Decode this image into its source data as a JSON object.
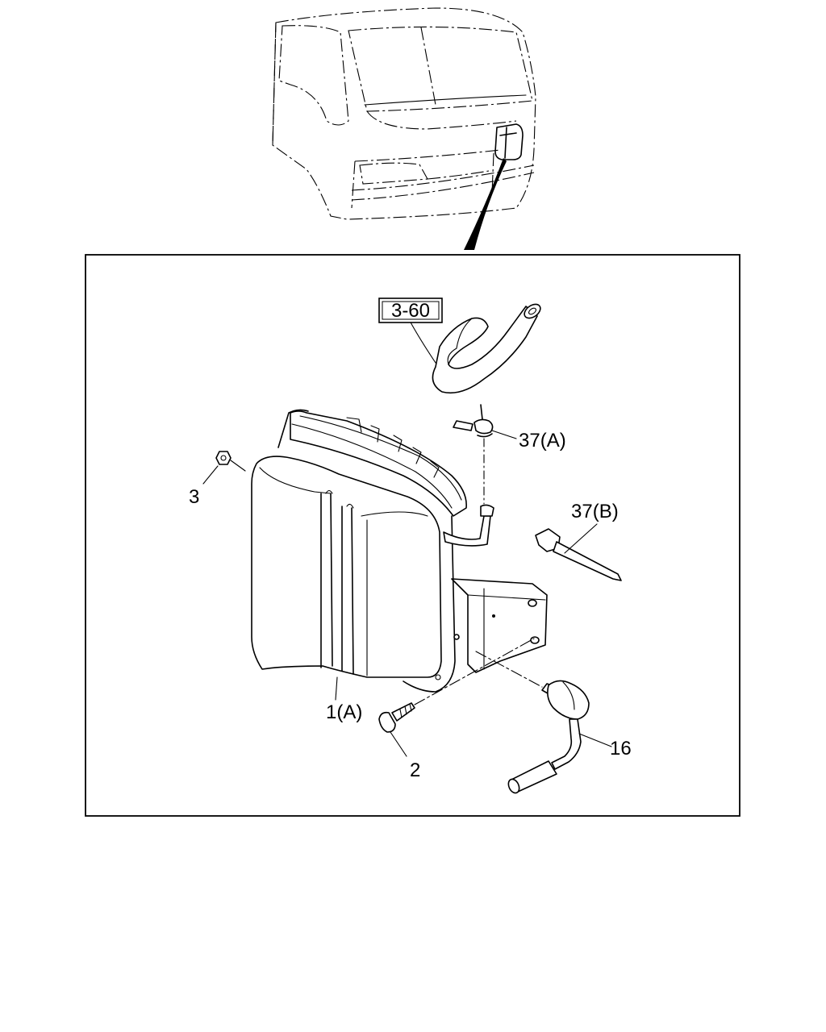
{
  "callouts": {
    "ref_box": "3-60",
    "clamp_a": "37(A)",
    "tie_b": "37(B)",
    "nut": "3",
    "reservoir": "1(A)",
    "bolt": "2",
    "switch": "16"
  }
}
